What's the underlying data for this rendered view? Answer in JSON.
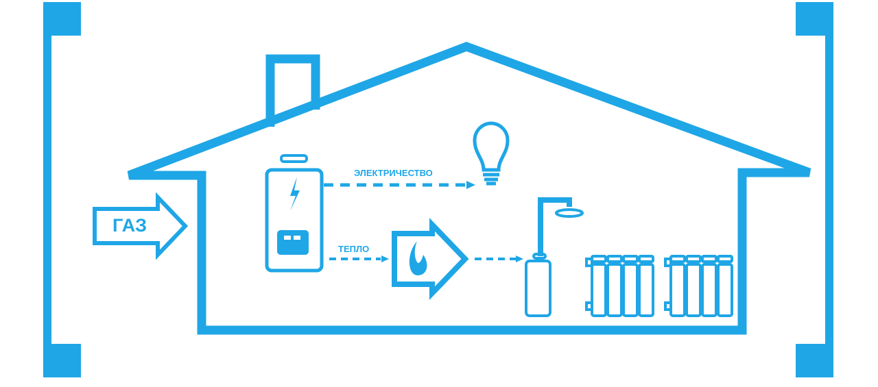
{
  "colors": {
    "accent": "#1fa6e6"
  },
  "labels": {
    "gas": "ГАЗ",
    "electricity": "ЭЛЕКТРИЧЕСТВО",
    "heat": "ТЕПЛО"
  },
  "icons": [
    "bracket-left",
    "bracket-right",
    "house",
    "chimney",
    "gas-arrow-icon",
    "boiler-icon",
    "lightning-icon",
    "light-bulb-icon",
    "flame-icon",
    "heat-arrow-icon",
    "water-heater-icon",
    "shower-icon",
    "radiator-icon"
  ]
}
